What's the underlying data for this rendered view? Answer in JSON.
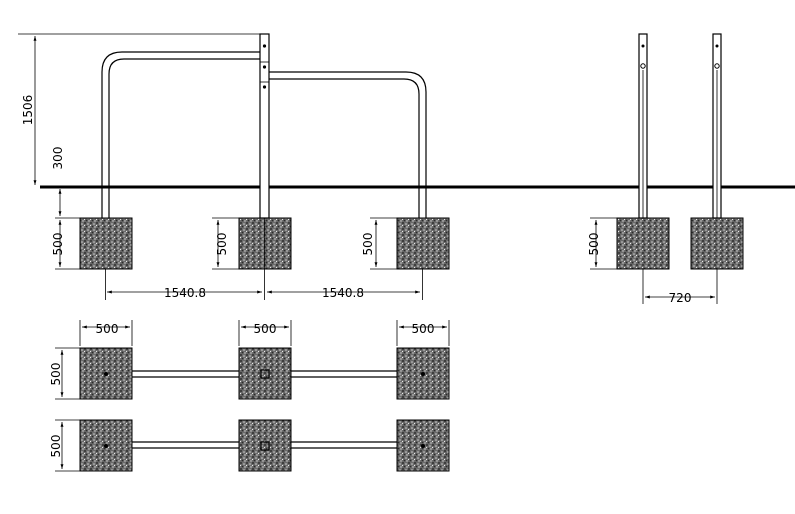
{
  "dimensions": {
    "height_total": "1506",
    "height_depth": "300",
    "block_500": "500",
    "spacing": "1540.8",
    "spacing_side": "720"
  }
}
